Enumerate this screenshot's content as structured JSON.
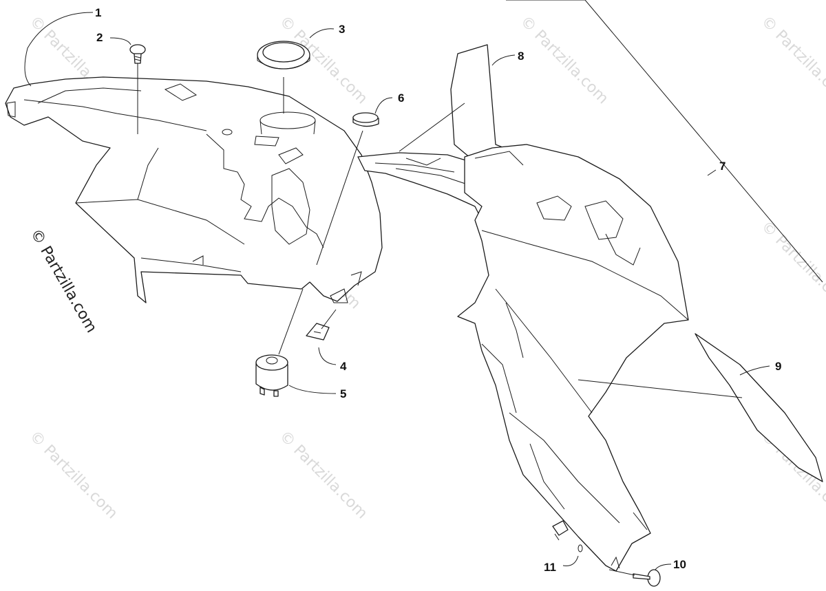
{
  "callouts": [
    "1",
    "2",
    "3",
    "4",
    "5",
    "6",
    "7",
    "8",
    "9",
    "10",
    "11"
  ],
  "watermark": "© Partzilla.com",
  "colors": {
    "line": "#1a1a1a",
    "watermark": "#d9d9d9",
    "background": "#ffffff"
  }
}
